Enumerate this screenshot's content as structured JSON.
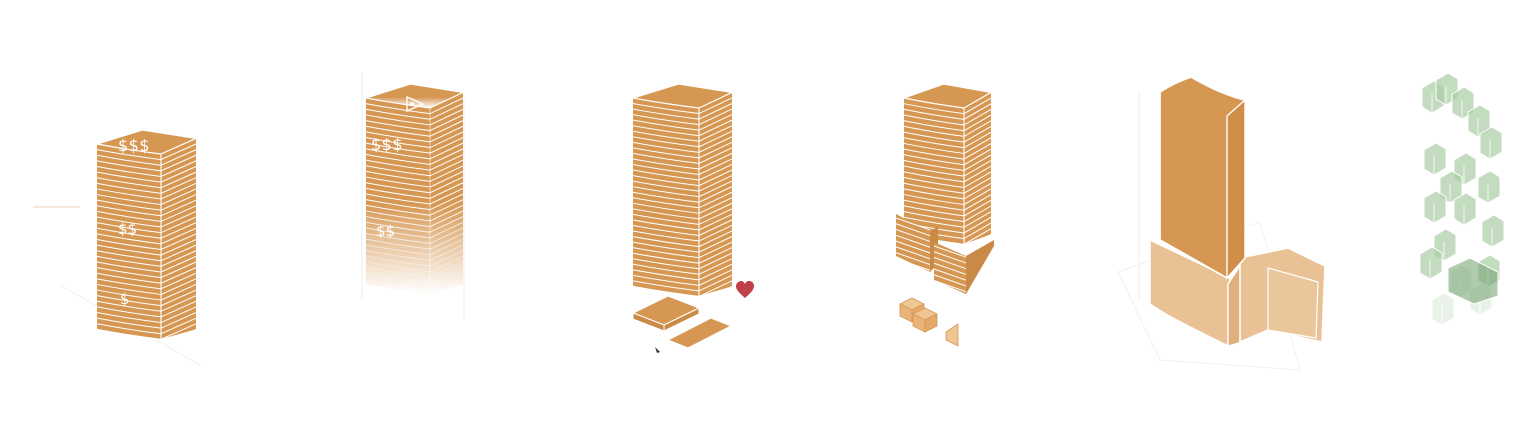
{
  "colors": {
    "background": "#ffffff",
    "tower": "#d69753",
    "tower_light": "#e8c194",
    "plate_edge": "#ffffff",
    "heart": "#c0404a",
    "green": "#a9cca4",
    "green_dark": "#6f9e6b",
    "guide": "#e6e6e6"
  },
  "stages": [
    {
      "name": "value-stack",
      "labels": {
        "top": "$$$",
        "mid": "$$",
        "low": "$"
      }
    },
    {
      "name": "view-faded",
      "labels": {
        "top": "$$$",
        "mid": "$$"
      },
      "icon": "eye-icon"
    },
    {
      "name": "community",
      "icon": "heart-icon"
    },
    {
      "name": "split-podium"
    },
    {
      "name": "massing"
    },
    {
      "name": "green-modules"
    }
  ]
}
